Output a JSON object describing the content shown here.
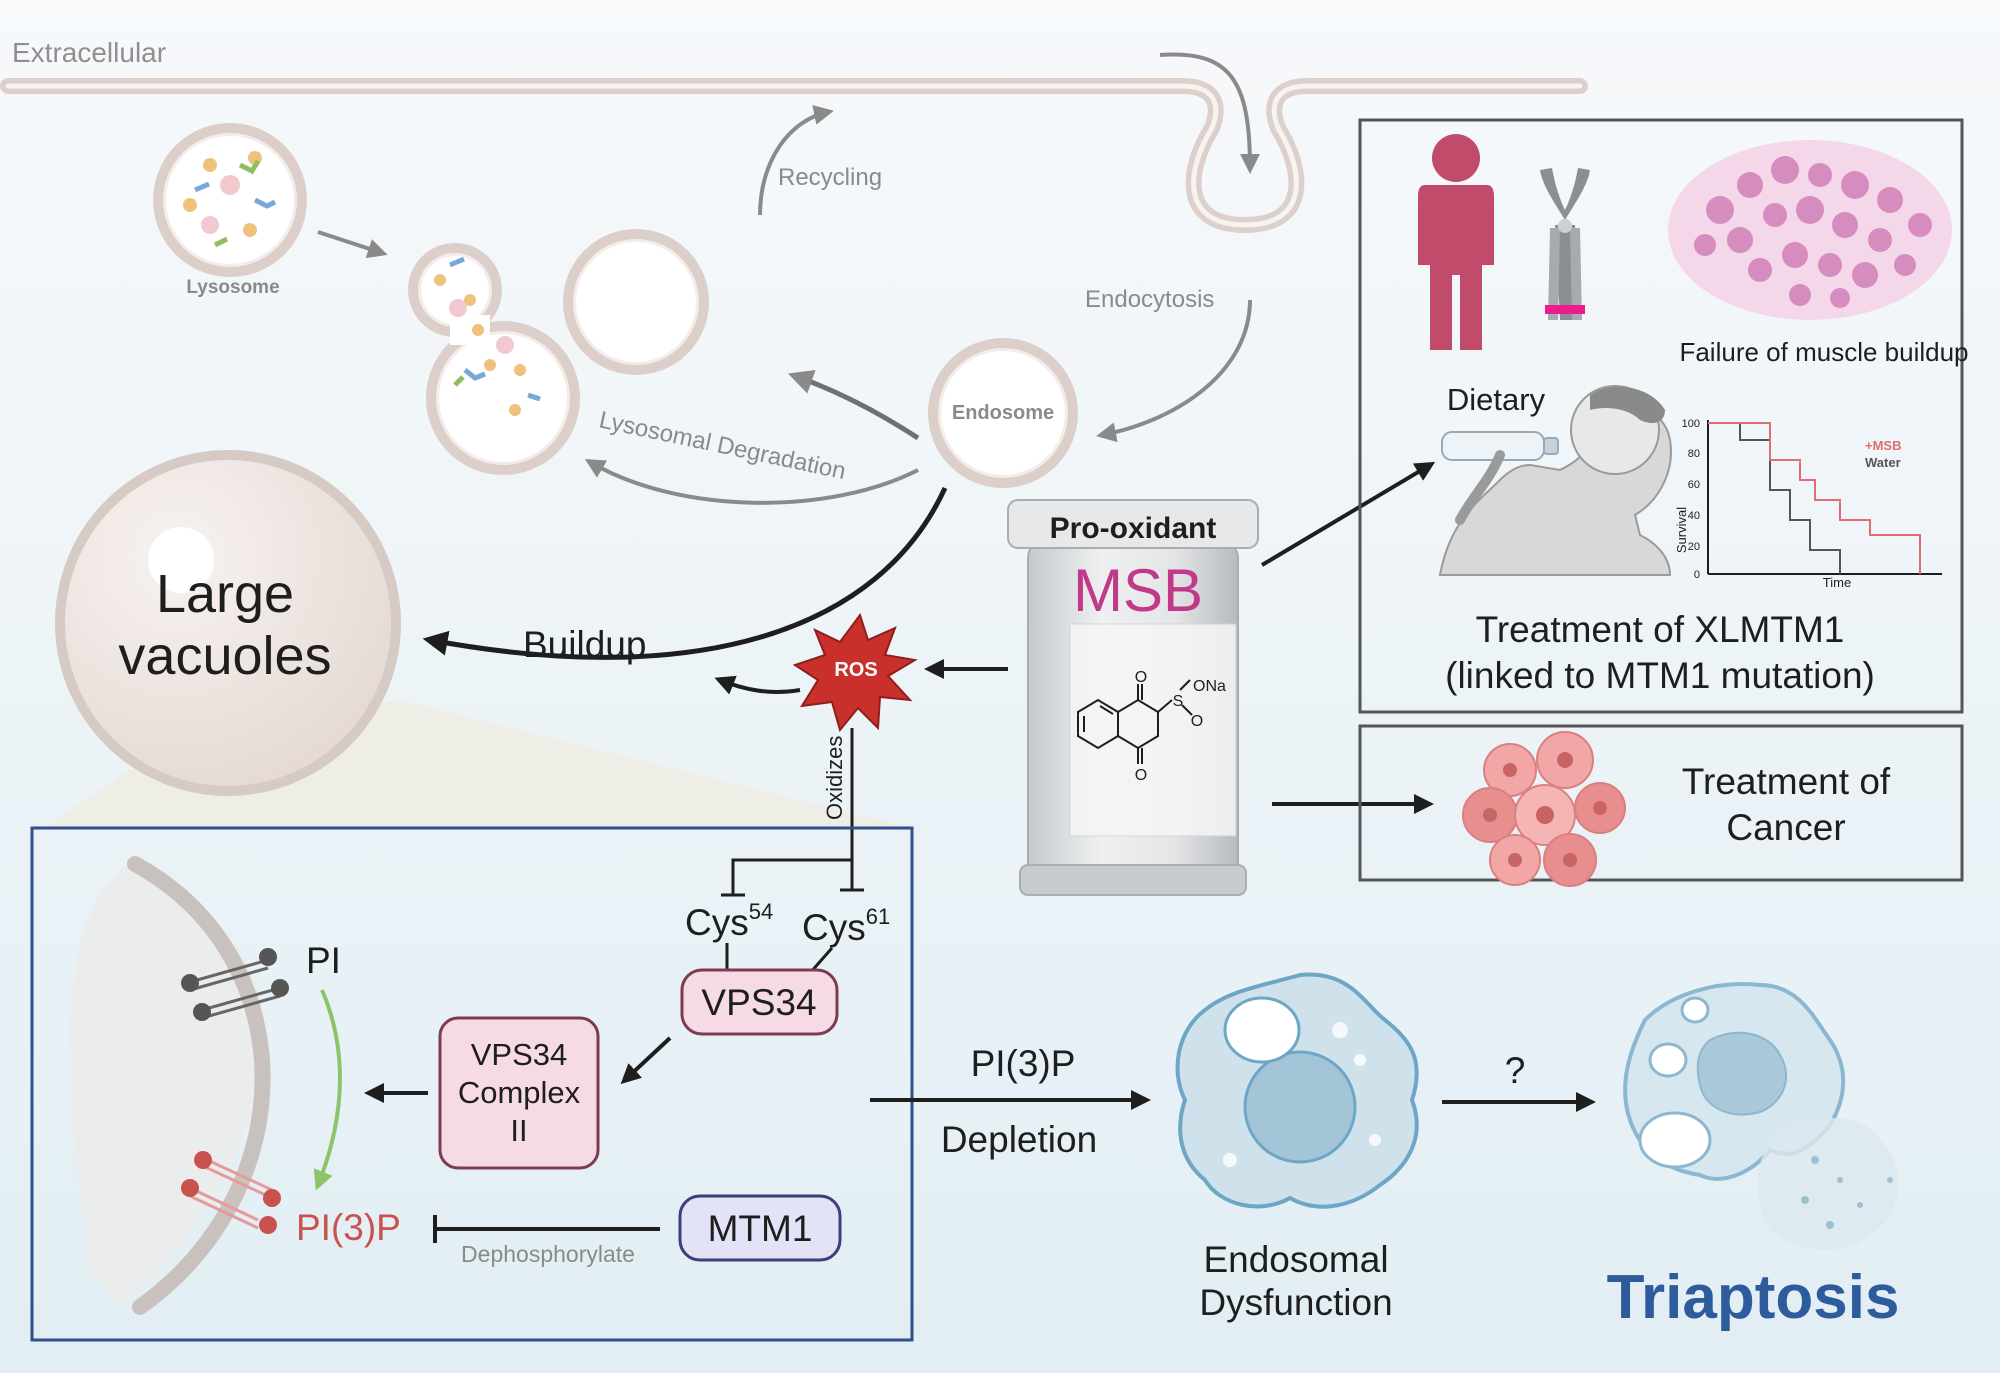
{
  "labels": {
    "extracellular": "Extracellular",
    "lysosome": "Lysosome",
    "recycling": "Recycling",
    "endocytosis": "Endocytosis",
    "endosome": "Endosome",
    "lysosomal_degradation": "Lysosomal Degradation",
    "large_vacuoles_line1": "Large",
    "large_vacuoles_line2": "vacuoles",
    "buildup": "Buildup",
    "ros": "ROS",
    "oxidizes": "Oxidizes",
    "cys54_base": "Cys",
    "cys54_sup": "54",
    "cys61_base": "Cys",
    "cys61_sup": "61",
    "vps34": "VPS34",
    "vps34_complex_line1": "VPS34",
    "vps34_complex_line2": "Complex",
    "vps34_complex_line3": "II",
    "mtm1": "MTM1",
    "pi": "PI",
    "pi3p": "PI(3)P",
    "dephosphorylate": "Dephosphorylate",
    "pi3p_depletion_line1": "PI(3)P",
    "pi3p_depletion_line2": "Depletion",
    "question": "?",
    "endosomal_dysfunction_line1": "Endosomal",
    "endosomal_dysfunction_line2": "Dysfunction",
    "triaptosis": "Triaptosis",
    "pro_oxidant": "Pro-oxidant",
    "msb": "MSB",
    "chem_o_top": "O",
    "chem_s": "S",
    "chem_ona": "ONa",
    "chem_o_right": "O",
    "chem_o_bottom": "O",
    "dietary": "Dietary",
    "failure_muscle": "Failure of muscle buildup",
    "treatment_xlmtm1_line1": "Treatment of XLMTM1",
    "treatment_xlmtm1_line2": "(linked to MTM1 mutation)",
    "treatment_cancer_line1": "Treatment of",
    "treatment_cancer_line2": "Cancer"
  },
  "colors": {
    "msb": "#c2398a",
    "pi3p": "#c9524f",
    "triaptosis": "#2d5b9c",
    "ros": "#c9302c",
    "human": "#c04b6a",
    "msb_curve": "#e06e6e",
    "water_curve": "#555555",
    "box_border": "#2f4f8f",
    "vps34_fill": "#f6dbe6",
    "mtm1_fill": "#e3e3f7"
  },
  "survival_plot": {
    "ylabel": "Survival",
    "xlabel": "Time",
    "yticks": [
      "100",
      "80",
      "60",
      "40",
      "20",
      "0"
    ],
    "legend_msb": "+MSB",
    "legend_water": "Water"
  }
}
